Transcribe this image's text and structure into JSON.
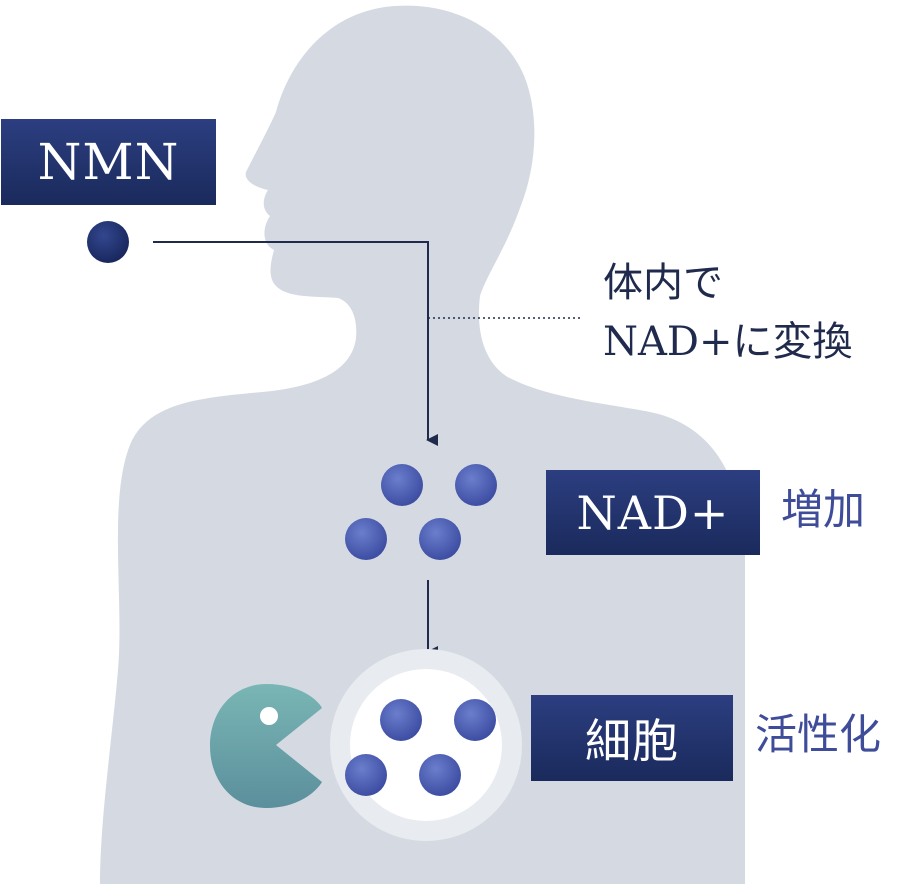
{
  "labels": {
    "nmn": "NMN",
    "nad": "NAD+",
    "cell": "細胞"
  },
  "annotations": {
    "conversion_line1": "体内で",
    "conversion_line2": "NAD+に変換",
    "nad_effect": "増加",
    "cell_effect": "活性化"
  },
  "colors": {
    "body_silhouette": "#d5dae2",
    "label_box": "#1f2f66",
    "molecule": "#4a5cb0",
    "effect_text": "#3f4c9a",
    "pacman": "#6fa8ab"
  },
  "icons": {
    "body": "human-torso-silhouette",
    "molecule": "circle",
    "consumer": "pacman-icon",
    "cell": "cell-circle"
  }
}
